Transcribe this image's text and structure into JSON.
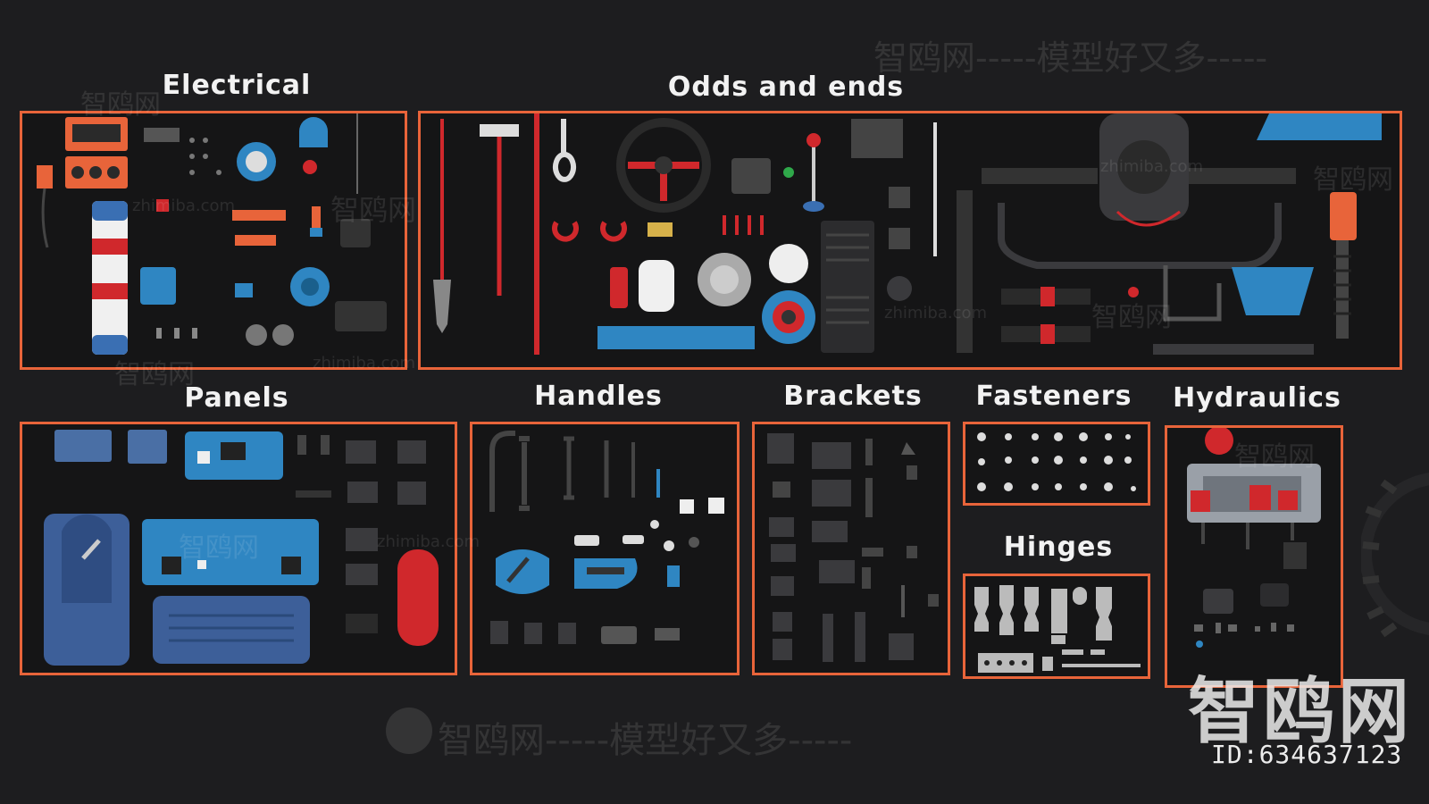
{
  "sections": {
    "electrical": "Electrical",
    "odds_and_ends": "Odds and ends",
    "panels": "Panels",
    "handles": "Handles",
    "brackets": "Brackets",
    "fasteners": "Fasteners",
    "hinges": "Hinges",
    "hydraulics": "Hydraulics"
  },
  "watermark": {
    "top": "智鸥网-----模型好又多-----",
    "bottom": "智鸥网-----模型好又多-----",
    "small": "智鸥网",
    "site": "zhimiba.com",
    "brand": "智鸥网",
    "id": "ID:634637123"
  },
  "colors": {
    "frame": "#e8643a",
    "part_blue": "#2f86c2",
    "part_red": "#d0282c",
    "part_orange": "#e8643a",
    "part_dark": "#3a3a3d"
  }
}
